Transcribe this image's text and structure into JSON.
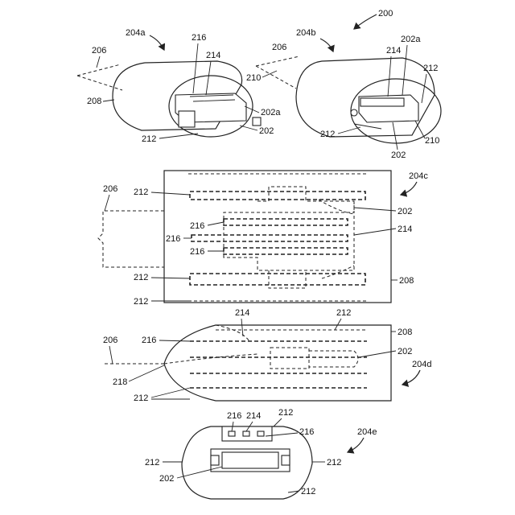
{
  "labels": {
    "fig": "200",
    "v204a": "204a",
    "v204b": "204b",
    "v204c": "204c",
    "v204d": "204d",
    "v204e": "204e",
    "r206": "206",
    "r208": "208",
    "r210": "210",
    "r212": "212",
    "r214": "214",
    "r216": "216",
    "r202": "202",
    "r202a": "202a",
    "r218": "218"
  }
}
